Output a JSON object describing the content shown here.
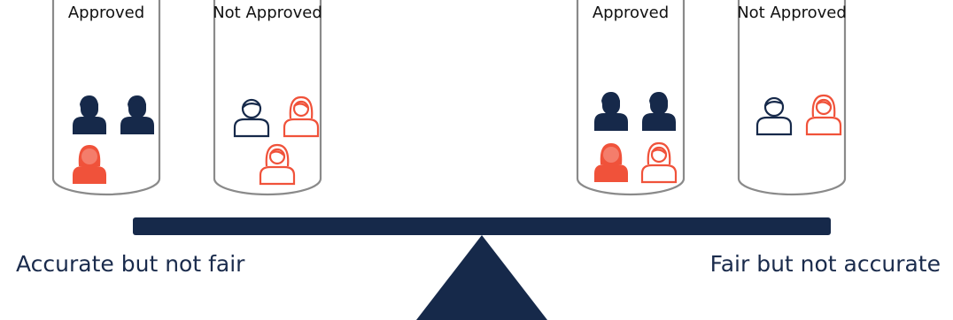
{
  "left_group": {
    "approved_label": "Approved",
    "not_approved_label": "Not Approved",
    "caption": "Accurate but not fair"
  },
  "right_group": {
    "approved_label": "Approved",
    "not_approved_label": "Not Approved",
    "caption": "Fair but not accurate"
  },
  "colors": {
    "navy": "#16294a",
    "orange": "#f0523a",
    "cylinder_stroke": "#8a8a8a"
  }
}
